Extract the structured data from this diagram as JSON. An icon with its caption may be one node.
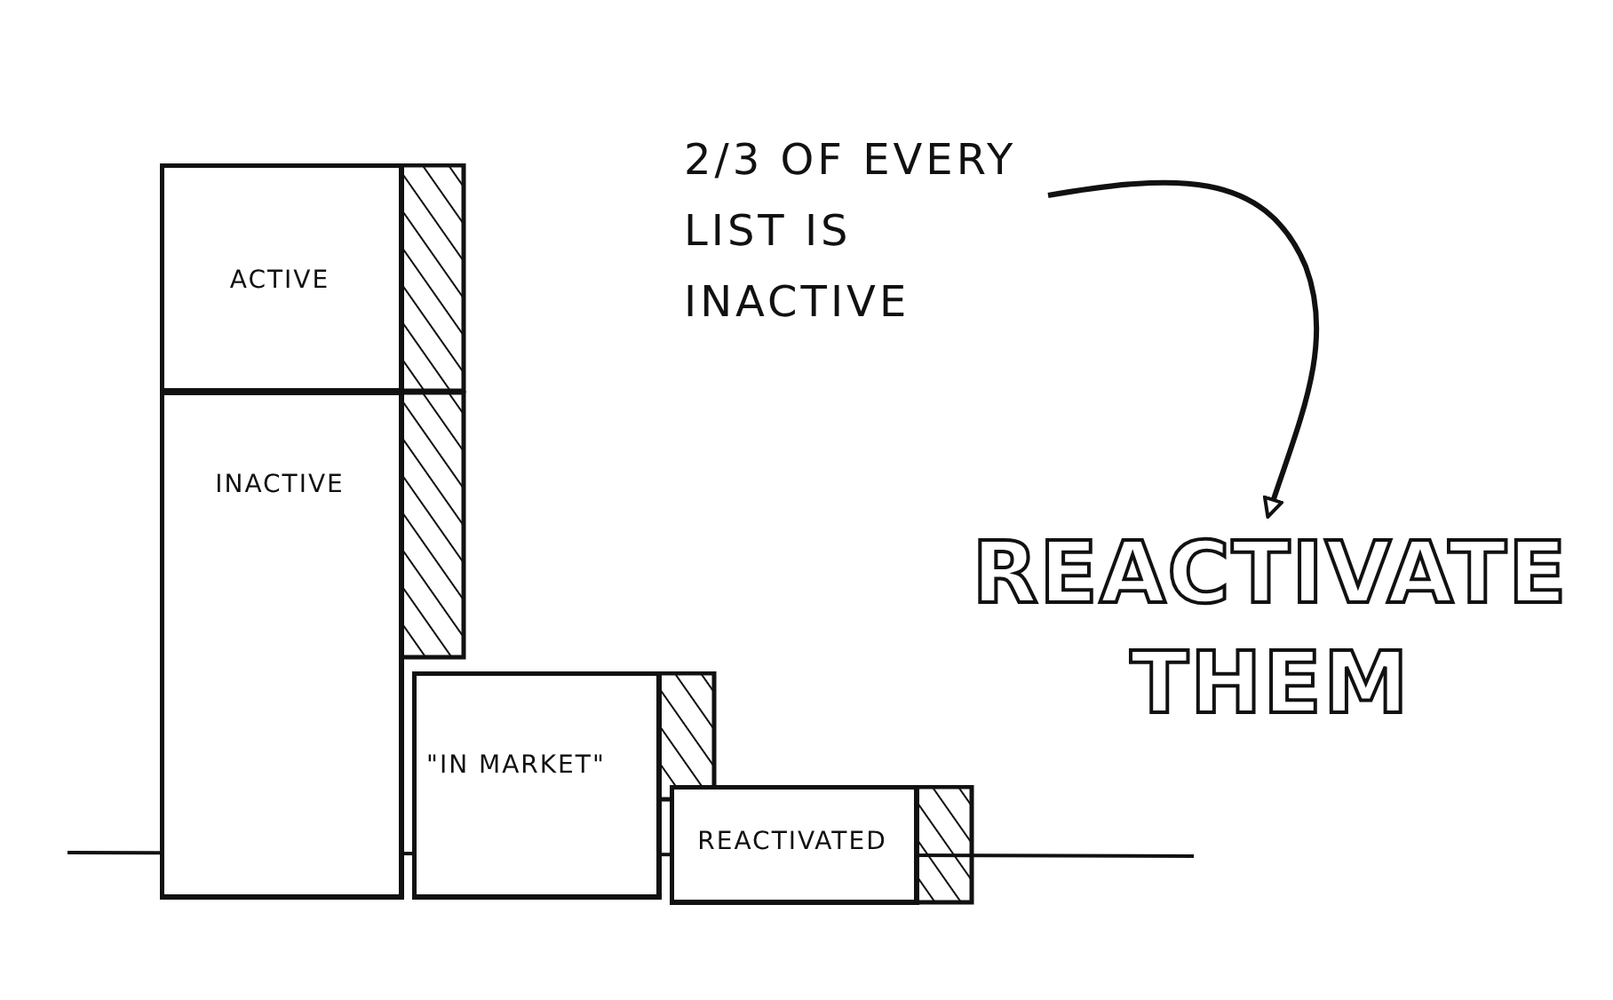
{
  "diagram": {
    "nodes": [
      {
        "text": [
          "ACTIVE"
        ]
      },
      {
        "text": [
          "INACTIVE"
        ]
      },
      {
        "text": [
          "\"IN MARKET\""
        ]
      },
      {
        "text": [
          "REACTIVATED"
        ]
      },
      {
        "text": [
          "2/3 OF EVERY LIST IS INACTIVE"
        ]
      },
      {
        "text": [
          "REACTIVATE THEM"
        ]
      }
    ],
    "edges": [
      {
        "from": 4,
        "to": 5,
        "arrow": "to"
      }
    ]
  }
}
